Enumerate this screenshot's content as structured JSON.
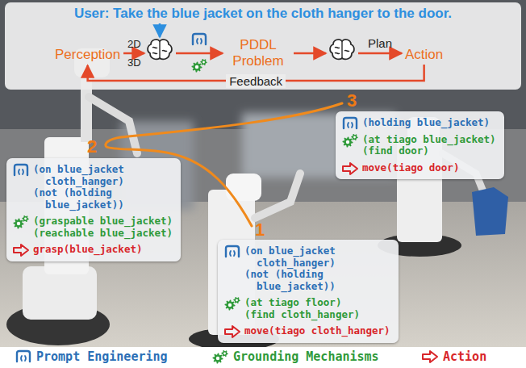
{
  "diagram": {
    "title": "User: Take the blue jacket on the cloth hanger to the door.",
    "nodes": [
      {
        "text": [
          "Perception"
        ]
      },
      {
        "text": [
          "PDDL Problem"
        ]
      },
      {
        "text": [
          "Action"
        ]
      },
      {
        "text": [
          "(holding blue_jacket)",
          "(at tiago blue_jacket)",
          "(find door)",
          "move(tiago door)"
        ]
      },
      {
        "text": [
          "(on blue_jacket cloth_hanger)",
          "(not (holding blue_jacket))",
          "(graspable blue_jacket)",
          "(reachable blue_jacket)",
          "grasp(blue_jacket)"
        ]
      },
      {
        "text": [
          "(on blue_jacket cloth_hanger)",
          "(not (holding blue_jacket))",
          "(at tiago floor)",
          "(find cloth_hanger)",
          "move(tiago cloth_hanger)"
        ]
      }
    ],
    "edges": [
      {
        "from": 2,
        "to": 0,
        "arrow": "to",
        "label": "Feedback"
      }
    ],
    "labels": [
      "2D",
      "3D",
      "Plan",
      "3",
      "2",
      "1"
    ],
    "legend": [
      {
        "text": "Prompt Engineering"
      },
      {
        "text": "Grounding Mechanisms"
      },
      {
        "text": "Action"
      }
    ]
  }
}
